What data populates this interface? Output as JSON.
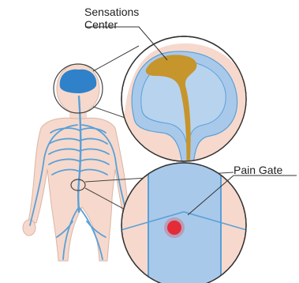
{
  "labels": {
    "sensations_line1": "Sensations",
    "sensations_line2": "Center",
    "pain_gate": "Pain Gate"
  },
  "colors": {
    "skin": "#f6d9cc",
    "skin_outline": "#d9b5a6",
    "nerve": "#5aa0d8",
    "brain": "#2f82c9",
    "brain_light": "#a9c9ea",
    "sensation_center": "#c6952c",
    "pain_spot": "#e8202a",
    "callout_line": "#444444"
  },
  "icons": {
    "body": "human-body-nervous-system",
    "brain_zoom": "brain-zoom-callout",
    "spine_zoom": "spinal-cord-zoom-callout",
    "pain_marker": "red-pain-dot"
  }
}
